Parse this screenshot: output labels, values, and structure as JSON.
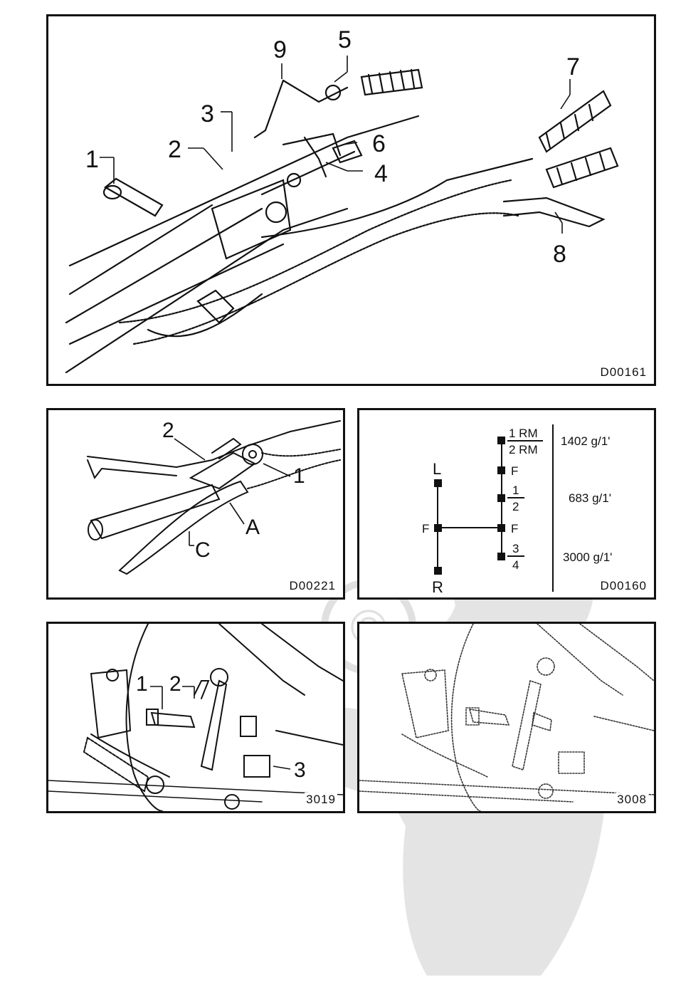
{
  "figures": {
    "fig1": {
      "code": "D00161",
      "callouts": [
        "1",
        "2",
        "3",
        "4",
        "5",
        "6",
        "7",
        "8",
        "9"
      ]
    },
    "fig2": {
      "code": "D00221",
      "callouts": [
        "2",
        "1",
        "A",
        "C"
      ]
    },
    "fig3": {
      "code": "D00160",
      "left_labels": {
        "top": "L",
        "mid": "F",
        "bottom": "R"
      },
      "right_labels": {
        "rm_num": "1 RM",
        "rm_den": "2 RM",
        "f1": "F",
        "g12_num": "1",
        "g12_den": "2",
        "f2": "F",
        "g34_num": "3",
        "g34_den": "4"
      },
      "speeds": [
        "1402 g/1'",
        "683 g/1'",
        "3000 g/1'"
      ]
    },
    "fig4": {
      "code": "3019",
      "callouts": [
        "1",
        "2",
        "3"
      ]
    },
    "fig5": {
      "code": "3008"
    }
  },
  "watermark": {
    "symbol": "©",
    "color": "#d9d9d9"
  }
}
